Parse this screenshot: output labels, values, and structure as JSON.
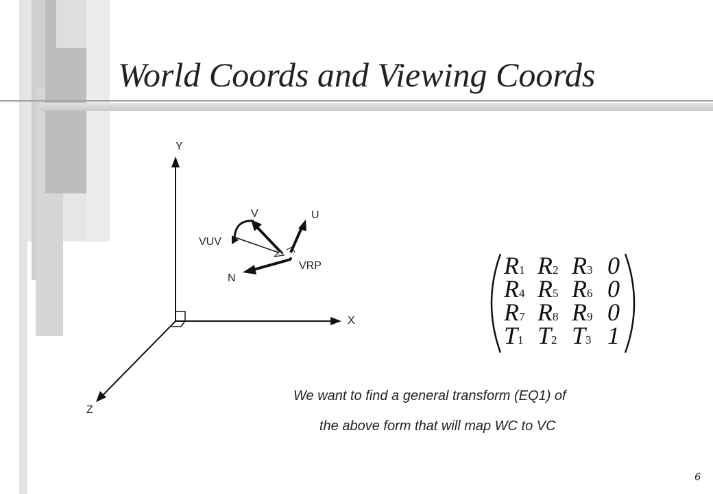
{
  "slide": {
    "title": "World Coords and Viewing Coords",
    "page_number": "6",
    "caption_line1": "We want to find a general transform (EQ1) of",
    "caption_line2": "the above form that will map WC to VC"
  },
  "diagram": {
    "axis_labels": {
      "x": "X",
      "y": "Y",
      "z": "Z"
    },
    "vector_labels": {
      "u": "U",
      "v": "V",
      "n": "N",
      "vuv": "VUV",
      "vrp": "VRP"
    }
  },
  "matrix": {
    "rows": [
      [
        {
          "base": "R",
          "sub": "1"
        },
        {
          "base": "R",
          "sub": "2"
        },
        {
          "base": "R",
          "sub": "3"
        },
        {
          "base": "0",
          "sub": ""
        }
      ],
      [
        {
          "base": "R",
          "sub": "4"
        },
        {
          "base": "R",
          "sub": "5"
        },
        {
          "base": "R",
          "sub": "6"
        },
        {
          "base": "0",
          "sub": ""
        }
      ],
      [
        {
          "base": "R",
          "sub": "7"
        },
        {
          "base": "R",
          "sub": "8"
        },
        {
          "base": "R",
          "sub": "9"
        },
        {
          "base": "0",
          "sub": ""
        }
      ],
      [
        {
          "base": "T",
          "sub": "1"
        },
        {
          "base": "T",
          "sub": "2"
        },
        {
          "base": "T",
          "sub": "3"
        },
        {
          "base": "1",
          "sub": ""
        }
      ]
    ]
  }
}
